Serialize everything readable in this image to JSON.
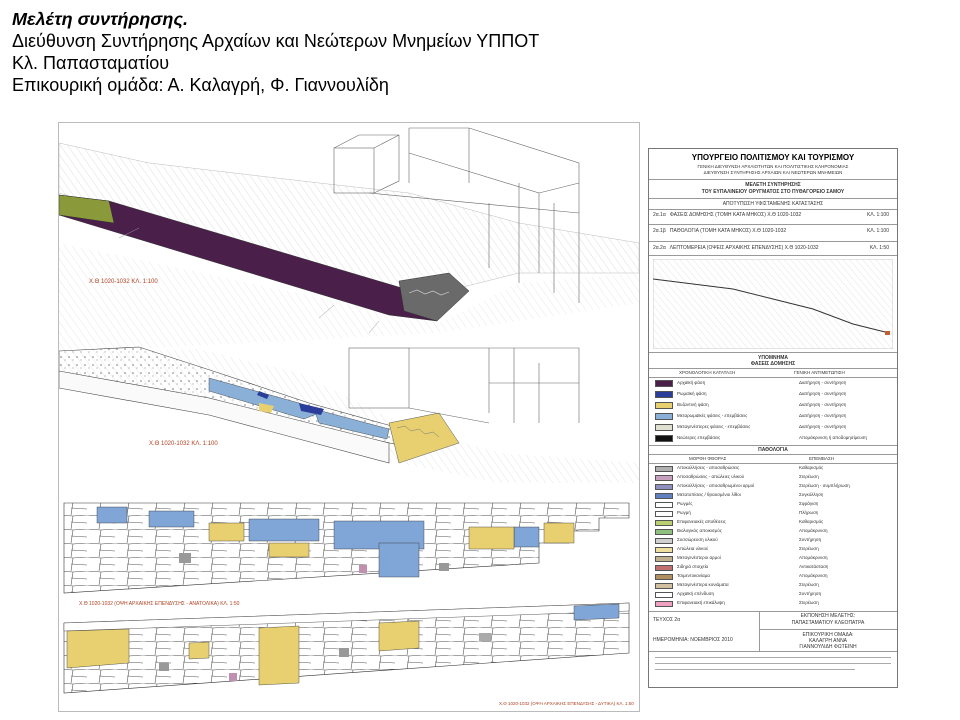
{
  "header": {
    "title": "Μελέτη συντήρησης.",
    "line2": "Διεύθυνση Συντήρησης Αρχαίων και Νεώτερων Μνημείων ΥΠΠΟΤ",
    "line3": "Κλ. Παπασταματίου",
    "line4": "Επικουρική ομάδα: Α. Καλαγρή, Φ. Γιαννουλίδη"
  },
  "drawing": {
    "label_top": "Χ.Θ 1020-1032 ΚΛ. 1:100",
    "label_mid": "Χ.Θ 1020-1032 ΚΛ. 1:100",
    "label_east": "Χ.Θ 1020-1032 (ΟΨΗ ΑΡΧΑΙΚΗΣ ΕΠΕΝΔΥΣΗΣ - ΑΝΑΤΟΛΙΚΑ) ΚΛ. 1:50",
    "label_west": "Χ.Θ 1020-1032 (ΟΨΗ ΑΡΧΑΙΚΗΣ ΕΠΕΝΔΥΣΗΣ - ΔΥΤΙΚΑ) ΚΛ. 1:50"
  },
  "panel": {
    "ministry": "ΥΠΟΥΡΓΕΙΟ ΠΟΛΙΤΙΣΜΟΥ ΚΑΙ ΤΟΥΡΙΣΜΟΥ",
    "dept1": "ΓΕΝΙΚΗ ΔΙΕΥΘΥΝΣΗ ΑΡΧΑΙΟΤΗΤΩΝ ΚΑΙ ΠΟΛΙΤΙΣΤΙΚΗΣ ΚΛΗΡΟΝΟΜΙΑΣ",
    "dept2": "ΔΙΕΥΘΥΝΣΗ ΣΥΝΤΗΡΗΣΗΣ ΑΡΧΑΙΩΝ ΚΑΙ ΝΕΩΤΕΡΩΝ ΜΝΗΜΕΙΩΝ",
    "study1": "ΜΕΛΕΤΗ ΣΥΝΤΗΡΗΣΗΣ",
    "study2": "ΤΟΥ ΕΥΠΑΛΙΝΕΙΟΥ ΟΡΥΓΜΑΤΟΣ ΣΤΟ ΠΥΘΑΓΟΡΕΙΟ ΣΑΜΟΥ",
    "survey": "ΑΠΟΤΥΠΩΣΗ ΥΦΙΣΤΑΜΕΝΗΣ ΚΑΤΑΣΤΑΣΗΣ",
    "sheets": [
      {
        "code": "2α.1α",
        "text": "ΦΑΣΕΙΣ ΔΟΜΗΣΗΣ (ΤΟΜΗ ΚΑΤΑ ΜΗΚΟΣ) Χ.Θ 1020-1032",
        "scale": "ΚΛ. 1:100"
      },
      {
        "code": "2α.1β",
        "text": "ΠΑΘΟΛΟΓΙΑ (ΤΟΜΗ ΚΑΤΑ ΜΗΚΟΣ) Χ.Θ 1020-1032",
        "scale": "ΚΛ. 1:100"
      },
      {
        "code": "2α.2α",
        "text": "ΛΕΠΤΟΜΕΡΕΙΑ (ΟΨΕΙΣ ΑΡΧΑΙΚΗΣ ΕΠΕΝΔΥΣΗΣ) Χ.Θ 1020-1032",
        "scale": "ΚΛ. 1:50"
      }
    ],
    "legend_title": "ΥΠΟΜΝΗΜΑ",
    "phases_title": "ΦΑΣΕΙΣ ΔΟΜΗΣΗΣ",
    "col_chrono": "ΧΡΟΝΟΛΟΓΙΚΗ ΚΑΤΑΤΑΞΗ",
    "col_general": "ΓΕΝΙΚΗ ΑΝΤΙΜΕΤΩΠΙΣΗ",
    "phases": [
      {
        "label": "Αρχαϊκή φάση",
        "action": "Διατήρηση - συντήρηση",
        "color": "#4a1f4a"
      },
      {
        "label": "Ρωμαϊκή φάση",
        "action": "Διατήρηση - συντήρηση",
        "color": "#2b3f9a"
      },
      {
        "label": "Βυζαντινή φάση",
        "action": "Διατήρηση - συντήρηση",
        "color": "#e8d070"
      },
      {
        "label": "Μεταρωμαϊκές φάσεις - επεμβάσεις",
        "action": "Διατήρηση - συντήρηση",
        "color": "#8bb0d8"
      },
      {
        "label": "Μεταγενέστερες φάσεις - επεμβάσεις",
        "action": "Διατήρηση - συντήρηση",
        "color": "#e0e0d0"
      },
      {
        "label": "Νεώτερες επεμβάσεις",
        "action": "Απομάκρυνση ή αποδομησίμευση",
        "color": "#111111"
      }
    ],
    "pathology_title": "ΠΑΘΟΛΟΓΙΑ",
    "col_damage": "ΜΟΡΦΗ ΦΘΟΡΑΣ",
    "col_intervention": "ΕΠΕΜΒΑΣΗ",
    "damages": [
      {
        "label": "Αποκολλήσεις - αποσαθρώσεις",
        "color": "#b0b0b0"
      },
      {
        "label": "Αποσαθρώσεις - απώλειες υλικού",
        "color": "#c8a0c0"
      },
      {
        "label": "Αποκολλήσεις - αποσαθρωμένοι αρμοί",
        "color": "#9090c0"
      },
      {
        "label": "Μετατοπίσεις / θραυσμένοι λίθοι",
        "color": "#6080c0"
      },
      {
        "label": "Ρωγμές",
        "color": "#ffffff"
      },
      {
        "label": "Ρωγμή",
        "color": "#ffffff"
      },
      {
        "label": "Επιφανειακές αποθέσεις",
        "color": "#b8d070"
      },
      {
        "label": "Βιολογικός αποικισμός",
        "color": "#90c080"
      },
      {
        "label": "Συσσώρευση υλικού",
        "color": "#d0d0d0"
      },
      {
        "label": "Απώλεια υλικού",
        "color": "#f0e0a0"
      },
      {
        "label": "Μεταγενέστεροι αρμοί",
        "color": "#c0b090"
      },
      {
        "label": "Σιδηρά στοιχεία",
        "color": "#c07070"
      },
      {
        "label": "Τσιμεντοκονίαμα",
        "color": "#b09060"
      },
      {
        "label": "Μεταγενέστερα κονιάματα",
        "color": "#d0c0a0"
      },
      {
        "label": "Αρχαϊκή επένδυση",
        "color": "#ffffff"
      },
      {
        "label": "Επιφανειακή επικάλυψη",
        "color": "#f0a0c0"
      }
    ],
    "interventions": [
      "Καθαρισμός",
      "Στερέωση",
      "Στερέωση - συμπλήρωση",
      "Συγκόλληση",
      "Σφράγιση",
      "Πλήρωση",
      "Καθαρισμός",
      "Απομάκρυνση",
      "Συντήρηση",
      "Στερέωση",
      "Απομάκρυνση",
      "Αντικατάσταση",
      "Απομάκρυνση",
      "Στερέωση",
      "Συντήρηση",
      "Στερέωση"
    ],
    "issue": "ΤΕΥΧΟΣ 2α",
    "date": "ΗΜΕΡΟΜΗΝΙΑ: ΝΟΕΜΒΡΙΟΣ 2010",
    "study_by_1": "ΕΚΠΟΝΗΣΗ ΜΕΛΕΤΗΣ:",
    "study_by_2": "ΠΑΠΑΣΤΑΜΑΤΙΟΥ ΚΛΕΟΠΑΤΡΑ",
    "team_1": "ΕΠΙΚΟΥΡΙΚΗ ΟΜΑΔΑ:",
    "team_2": "ΚΑΛΑΓΡΗ ΑΝΝΑ",
    "team_3": "ΓΙΑΝΝΟΥΛΙΔΗ ΦΩΤΕΙΝΗ"
  },
  "colors": {
    "archaic": "#4a1f4a",
    "roman": "#2b3f9a",
    "byzantine": "#e8d070",
    "blue_light": "#8bb0d8",
    "olive": "#8a9a3a",
    "label_red": "#b04020"
  }
}
